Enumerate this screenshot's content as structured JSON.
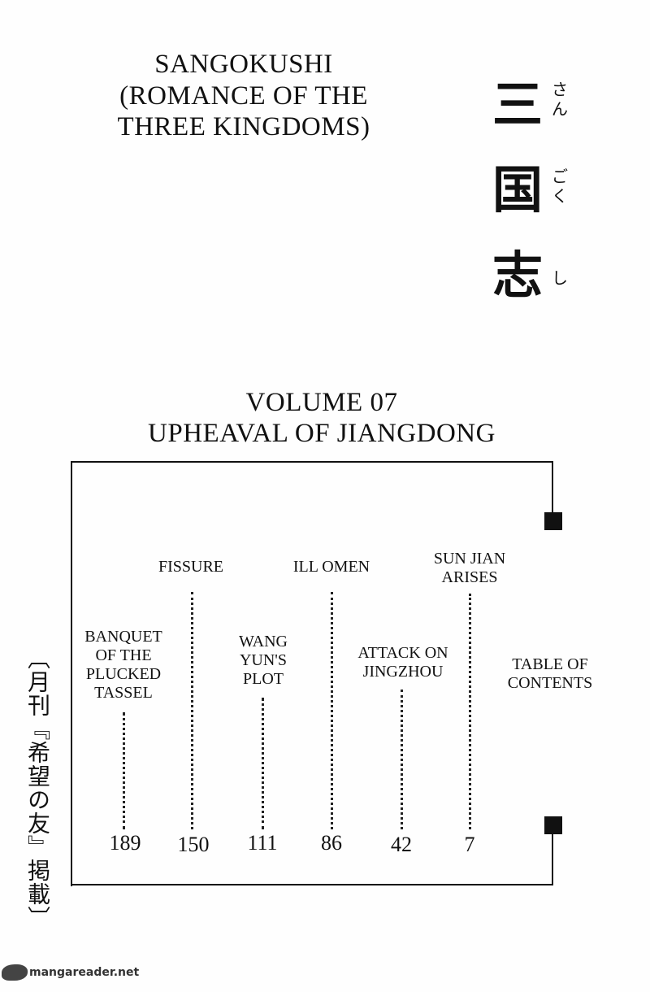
{
  "title_lines": [
    "Sangokushi",
    "(Romance of the",
    "Three Kingdoms)"
  ],
  "kanji_title": [
    {
      "kanji": "三",
      "furigana": "さん"
    },
    {
      "kanji": "国",
      "furigana": "ごく"
    },
    {
      "kanji": "志",
      "furigana": "し"
    }
  ],
  "volume": {
    "number_line": "Volume 07",
    "subtitle": "Upheaval of Jiangdong"
  },
  "toc": [
    {
      "title": "Table of Contents",
      "page": ""
    },
    {
      "title": "Sun Jian Arises",
      "page": "7"
    },
    {
      "title": "Attack on Jingzhou",
      "page": "42"
    },
    {
      "title": "Ill Omen",
      "page": "86"
    },
    {
      "title": "Wang Yun's Plot",
      "page": "111"
    },
    {
      "title": "Fissure",
      "page": "150"
    },
    {
      "title": "Banquet of the Plucked Tassel",
      "page": "189"
    }
  ],
  "publication_note": "〔月刊『希望の友』掲載〕",
  "watermark": "mangareader.net"
}
